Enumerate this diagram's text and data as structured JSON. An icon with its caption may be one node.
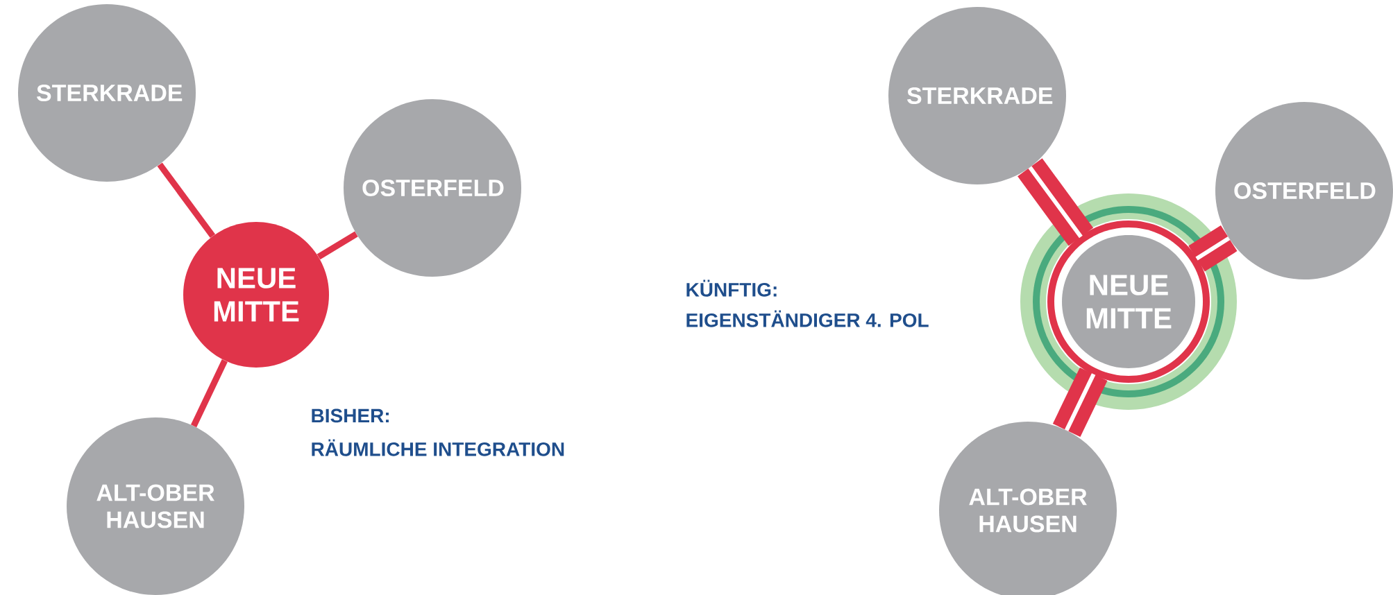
{
  "diagram": {
    "nodes": [
      {
        "text": [
          "STERKRADE"
        ]
      },
      {
        "text": [
          "OSTERFELD"
        ]
      },
      {
        "text": [
          "NEUE MITTE"
        ]
      },
      {
        "text": [
          "ALT-OBER HAUSEN"
        ]
      },
      {
        "text": [
          "STERKRADE"
        ]
      },
      {
        "text": [
          "OSTERFELD"
        ]
      },
      {
        "text": [
          "NEUE MITTE"
        ]
      },
      {
        "text": [
          "ALT-OBER HAUSEN"
        ]
      }
    ],
    "edges": [
      {
        "from": 0,
        "to": 2,
        "arrow": "none"
      },
      {
        "from": 1,
        "to": 2,
        "arrow": "none"
      },
      {
        "from": 3,
        "to": 2,
        "arrow": "none"
      },
      {
        "from": 4,
        "to": 6,
        "arrow": "none",
        "style": "thick"
      },
      {
        "from": 5,
        "to": 6,
        "arrow": "none",
        "style": "thick"
      },
      {
        "from": 7,
        "to": 6,
        "arrow": "none",
        "style": "thick"
      }
    ],
    "labels": [
      "BISHER:",
      "RÄUMLICHE INTEGRATION",
      "KÜNFTIG:",
      "EIGENSTÄNDIGER 4. POL"
    ]
  }
}
